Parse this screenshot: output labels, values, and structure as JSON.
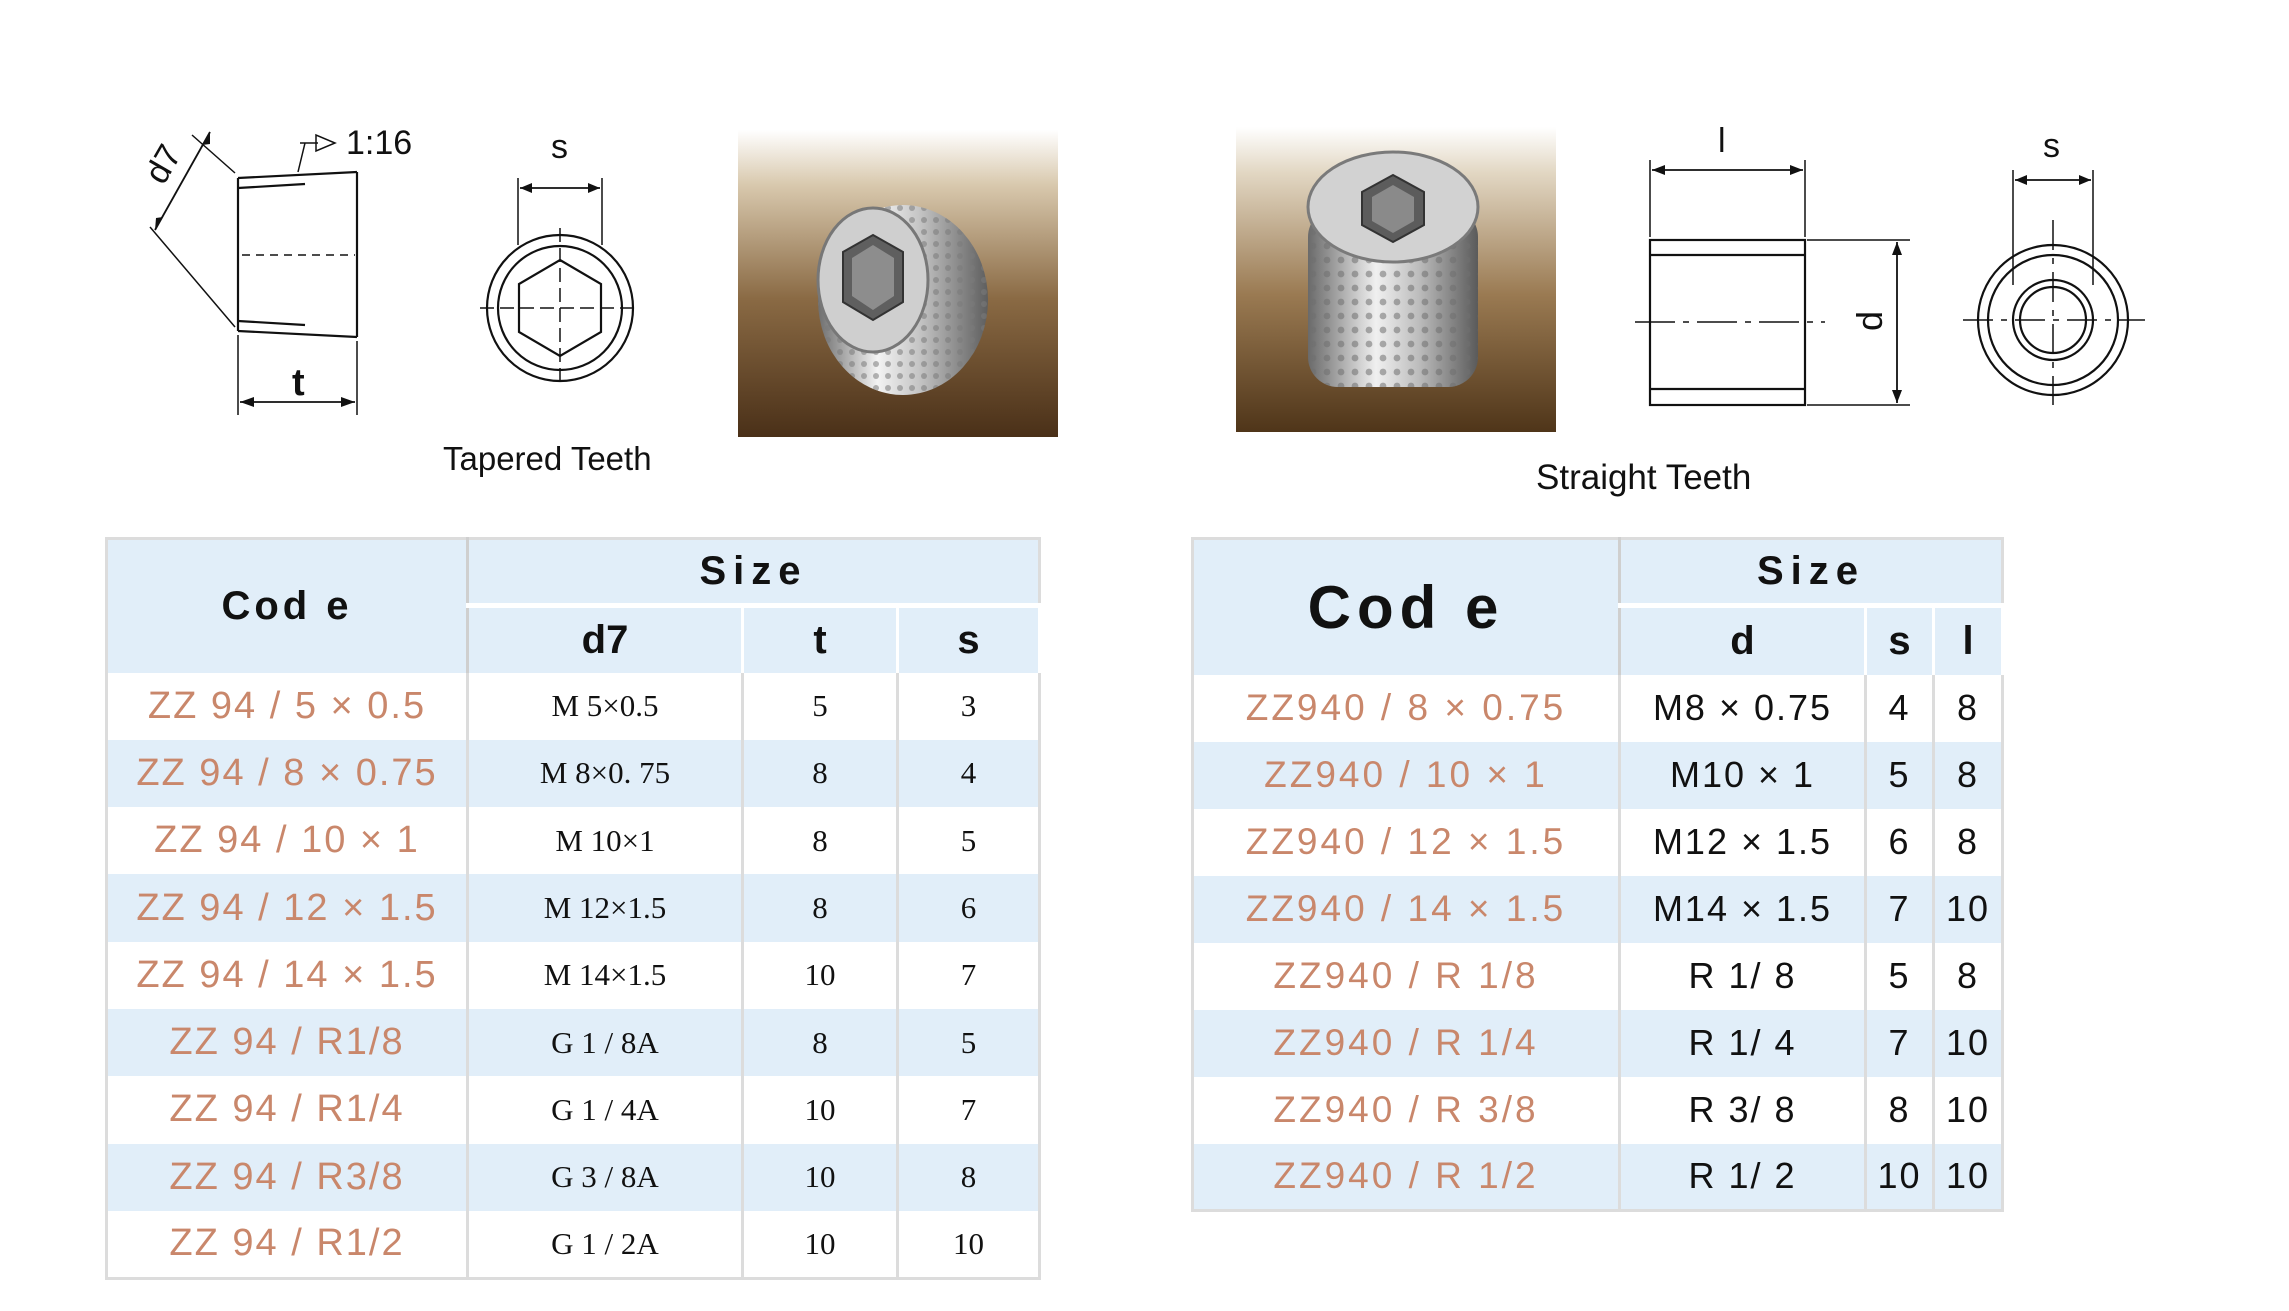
{
  "tapered": {
    "caption": "Tapered Teeth",
    "dim_d7": "d7",
    "dim_taper": "1:16",
    "dim_t": "t",
    "dim_s": "s"
  },
  "straight": {
    "caption": "Straight Teeth",
    "dim_l": "l",
    "dim_d": "d",
    "dim_s": "s"
  },
  "left_table": {
    "header_code": "Cod e",
    "header_size": "Size",
    "columns": [
      "d7",
      "t",
      "s"
    ],
    "rows": [
      {
        "code": "ZZ 94 / 5 × 0.5",
        "d7": "M 5×0.5",
        "t": "5",
        "s": "3"
      },
      {
        "code": "ZZ 94 / 8 × 0.75",
        "d7": "M 8×0. 75",
        "t": "8",
        "s": "4"
      },
      {
        "code": "ZZ 94 / 10 × 1",
        "d7": "M 10×1",
        "t": "8",
        "s": "5"
      },
      {
        "code": "ZZ 94 / 12 × 1.5",
        "d7": "M 12×1.5",
        "t": "8",
        "s": "6"
      },
      {
        "code": "ZZ 94 / 14 × 1.5",
        "d7": "M 14×1.5",
        "t": "10",
        "s": "7"
      },
      {
        "code": "ZZ 94 / R1/8",
        "d7": "G 1 / 8A",
        "t": "8",
        "s": "5"
      },
      {
        "code": "ZZ 94 / R1/4",
        "d7": "G 1 / 4A",
        "t": "10",
        "s": "7"
      },
      {
        "code": "ZZ 94 / R3/8",
        "d7": "G 3 / 8A",
        "t": "10",
        "s": "8"
      },
      {
        "code": "ZZ 94 / R1/2",
        "d7": "G 1 / 2A",
        "t": "10",
        "s": "10"
      }
    ]
  },
  "right_table": {
    "header_code": "Cod e",
    "header_size": "Size",
    "columns": [
      "d",
      "s",
      "l"
    ],
    "rows": [
      {
        "code": "ZZ940 / 8 × 0.75",
        "d": "M8 × 0.75",
        "s": "4",
        "l": "8"
      },
      {
        "code": "ZZ940 / 10 × 1",
        "d": "M10 × 1",
        "s": "5",
        "l": "8"
      },
      {
        "code": "ZZ940 / 12 × 1.5",
        "d": "M12 × 1.5",
        "s": "6",
        "l": "8"
      },
      {
        "code": "ZZ940 / 14 × 1.5",
        "d": "M14 × 1.5",
        "s": "7",
        "l": "10"
      },
      {
        "code": "ZZ940 / R 1/8",
        "d": "R 1/ 8",
        "s": "5",
        "l": "8"
      },
      {
        "code": "ZZ940 / R 1/4",
        "d": "R 1/ 4",
        "s": "7",
        "l": "10"
      },
      {
        "code": "ZZ940 / R 3/8",
        "d": "R 3/ 8",
        "s": "8",
        "l": "10"
      },
      {
        "code": "ZZ940 / R 1/2",
        "d": "R 1/ 2",
        "s": "10",
        "l": "10"
      }
    ]
  }
}
